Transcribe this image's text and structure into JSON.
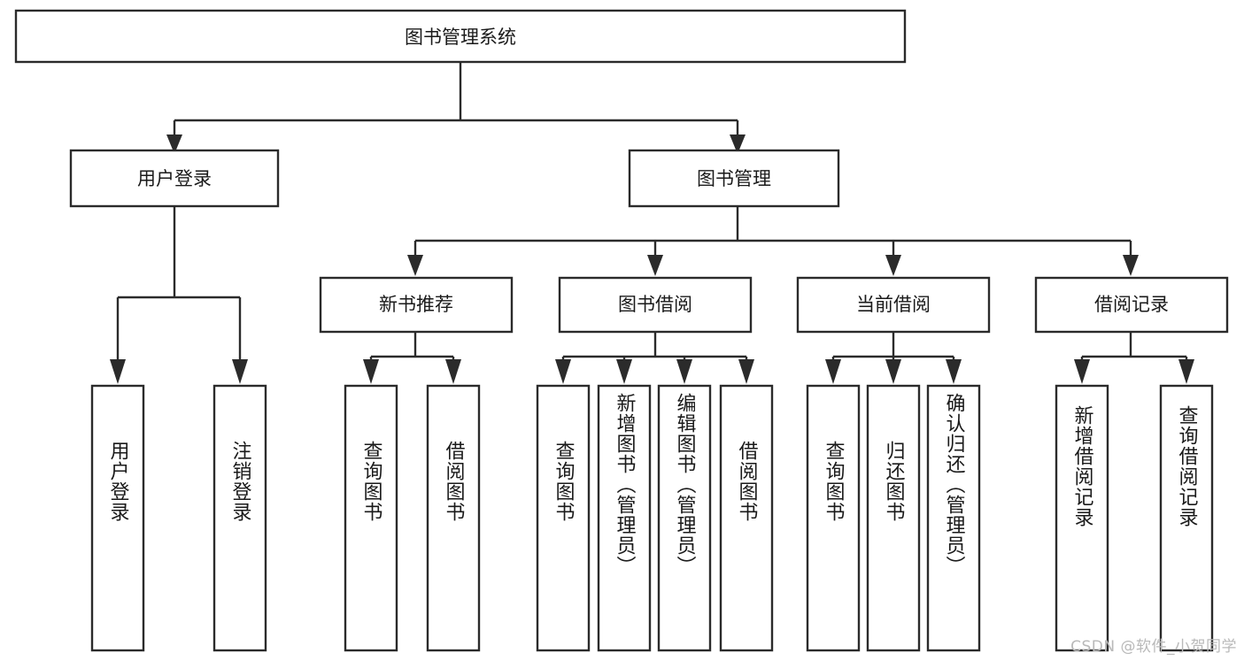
{
  "diagram": {
    "type": "tree",
    "title": "图书管理系统",
    "watermark": "CSDN @软件_小贺同学",
    "colors": {
      "box_stroke": "#2b2b2b",
      "box_fill": "#ffffff",
      "text": "#1a1a1a",
      "watermark": "#b9b9b9",
      "background": "#ffffff"
    },
    "levels": {
      "root": "图书管理系统",
      "level2": [
        "用户登录",
        "图书管理"
      ],
      "level3": [
        "新书推荐",
        "图书借阅",
        "当前借阅",
        "借阅记录"
      ]
    },
    "nodes": {
      "root": {
        "label": "图书管理系统",
        "orientation": "horizontal"
      },
      "n_user_login": {
        "label": "用户登录",
        "orientation": "horizontal"
      },
      "n_book_mgmt": {
        "label": "图书管理",
        "orientation": "horizontal"
      },
      "n_new_book_rec": {
        "label": "新书推荐",
        "orientation": "horizontal"
      },
      "n_book_borrow": {
        "label": "图书借阅",
        "orientation": "horizontal"
      },
      "n_current_borrow": {
        "label": "当前借阅",
        "orientation": "horizontal"
      },
      "n_borrow_record": {
        "label": "借阅记录",
        "orientation": "horizontal"
      },
      "leaf_user_login": {
        "label": "用户登录",
        "orientation": "vertical"
      },
      "leaf_logout_login": {
        "label": "注销登录",
        "orientation": "vertical"
      },
      "leaf_query_book_1": {
        "label": "查询图书",
        "orientation": "vertical"
      },
      "leaf_borrow_book_1": {
        "label": "借阅图书",
        "orientation": "vertical"
      },
      "leaf_query_book_2": {
        "label": "查询图书",
        "orientation": "vertical"
      },
      "leaf_add_book_admin": {
        "label": "新增图书（管理员）",
        "orientation": "vertical"
      },
      "leaf_edit_book_admin": {
        "label": "编辑图书（管理员）",
        "orientation": "vertical"
      },
      "leaf_borrow_book_2": {
        "label": "借阅图书",
        "orientation": "vertical"
      },
      "leaf_query_book_3": {
        "label": "查询图书",
        "orientation": "vertical"
      },
      "leaf_return_book": {
        "label": "归还图书",
        "orientation": "vertical"
      },
      "leaf_confirm_return_admin": {
        "label": "确认归还（管理员）",
        "orientation": "vertical"
      },
      "leaf_add_record": {
        "label": "新增借阅记录",
        "orientation": "vertical"
      },
      "leaf_query_record": {
        "label": "查询借阅记录",
        "orientation": "vertical"
      }
    },
    "edges": [
      {
        "from": "root",
        "to": "n_user_login"
      },
      {
        "from": "root",
        "to": "n_book_mgmt"
      },
      {
        "from": "n_user_login",
        "to": "leaf_user_login"
      },
      {
        "from": "n_user_login",
        "to": "leaf_logout_login"
      },
      {
        "from": "n_book_mgmt",
        "to": "n_new_book_rec"
      },
      {
        "from": "n_book_mgmt",
        "to": "n_book_borrow"
      },
      {
        "from": "n_book_mgmt",
        "to": "n_current_borrow"
      },
      {
        "from": "n_book_mgmt",
        "to": "n_borrow_record"
      },
      {
        "from": "n_new_book_rec",
        "to": "leaf_query_book_1"
      },
      {
        "from": "n_new_book_rec",
        "to": "leaf_borrow_book_1"
      },
      {
        "from": "n_book_borrow",
        "to": "leaf_query_book_2"
      },
      {
        "from": "n_book_borrow",
        "to": "leaf_add_book_admin"
      },
      {
        "from": "n_book_borrow",
        "to": "leaf_edit_book_admin"
      },
      {
        "from": "n_book_borrow",
        "to": "leaf_borrow_book_2"
      },
      {
        "from": "n_current_borrow",
        "to": "leaf_query_book_3"
      },
      {
        "from": "n_current_borrow",
        "to": "leaf_return_book"
      },
      {
        "from": "n_current_borrow",
        "to": "leaf_confirm_return_admin"
      },
      {
        "from": "n_borrow_record",
        "to": "leaf_add_record"
      },
      {
        "from": "n_borrow_record",
        "to": "leaf_query_record"
      }
    ]
  }
}
